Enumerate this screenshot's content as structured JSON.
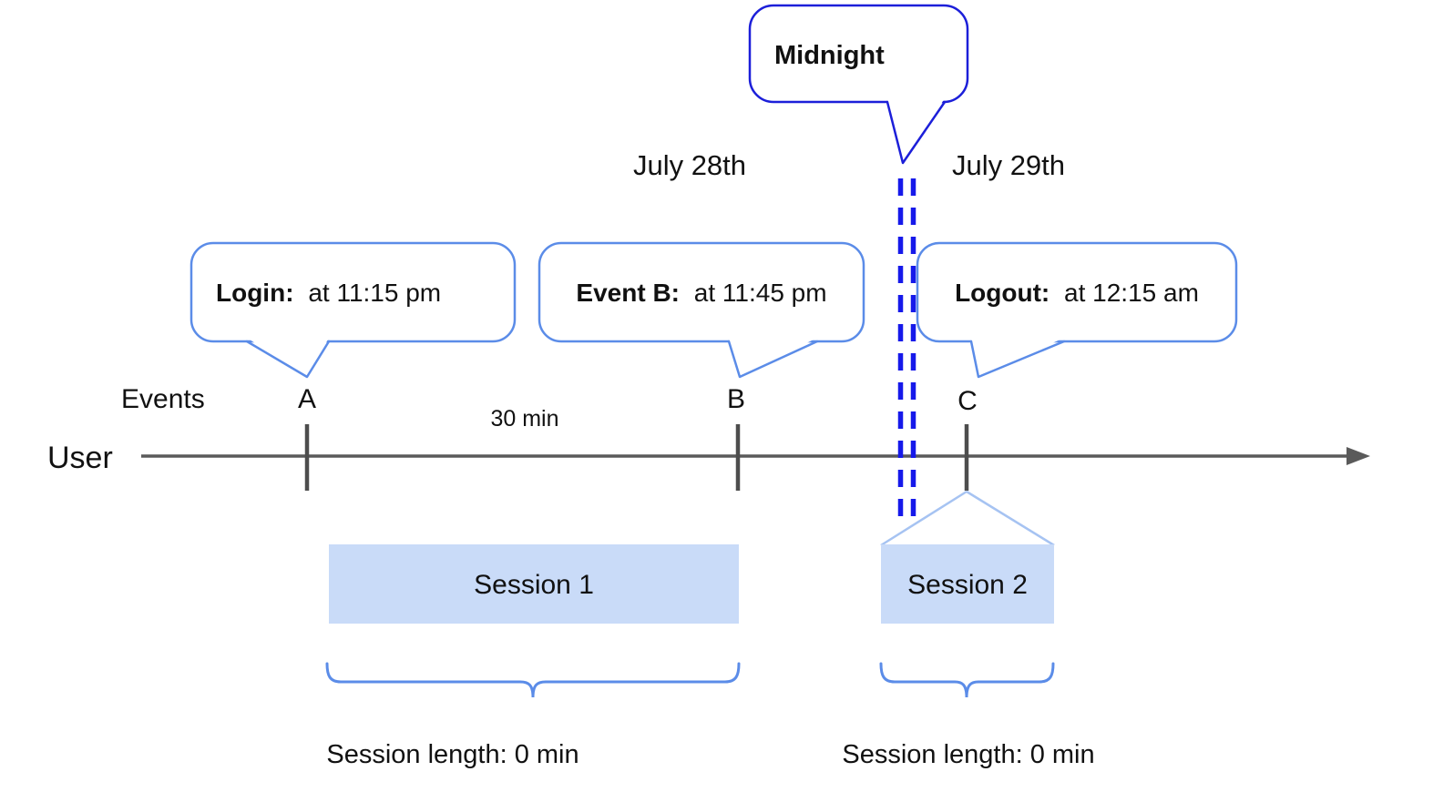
{
  "diagram": {
    "midnight_callout": {
      "text": "Midnight"
    },
    "date_labels": {
      "before": "July 28th",
      "after": "July 29th"
    },
    "event_callouts": [
      {
        "label": "Login:",
        "detail": "at 11:15 pm"
      },
      {
        "label": "Event B:",
        "detail": "at 11:45 pm"
      },
      {
        "label": "Logout:",
        "detail": "at 12:15 am"
      }
    ],
    "timeline": {
      "events_label": "Events",
      "row_label": "User",
      "interval_label": "30 min",
      "markers": [
        "A",
        "B",
        "C"
      ]
    },
    "sessions": [
      {
        "name": "Session 1",
        "length": "Session length: 0 min"
      },
      {
        "name": "Session 2",
        "length": "Session length: 0 min"
      }
    ],
    "colors": {
      "midnight_blue": "#1c1fd9",
      "dashed_line_blue": "#1619ea",
      "callout_blue": "#5b8ce8",
      "funnel_blue": "#a6c3f2",
      "session_fill": "#c9dbf8",
      "timeline_gray": "#5a5a5a",
      "text": "#111111"
    }
  }
}
